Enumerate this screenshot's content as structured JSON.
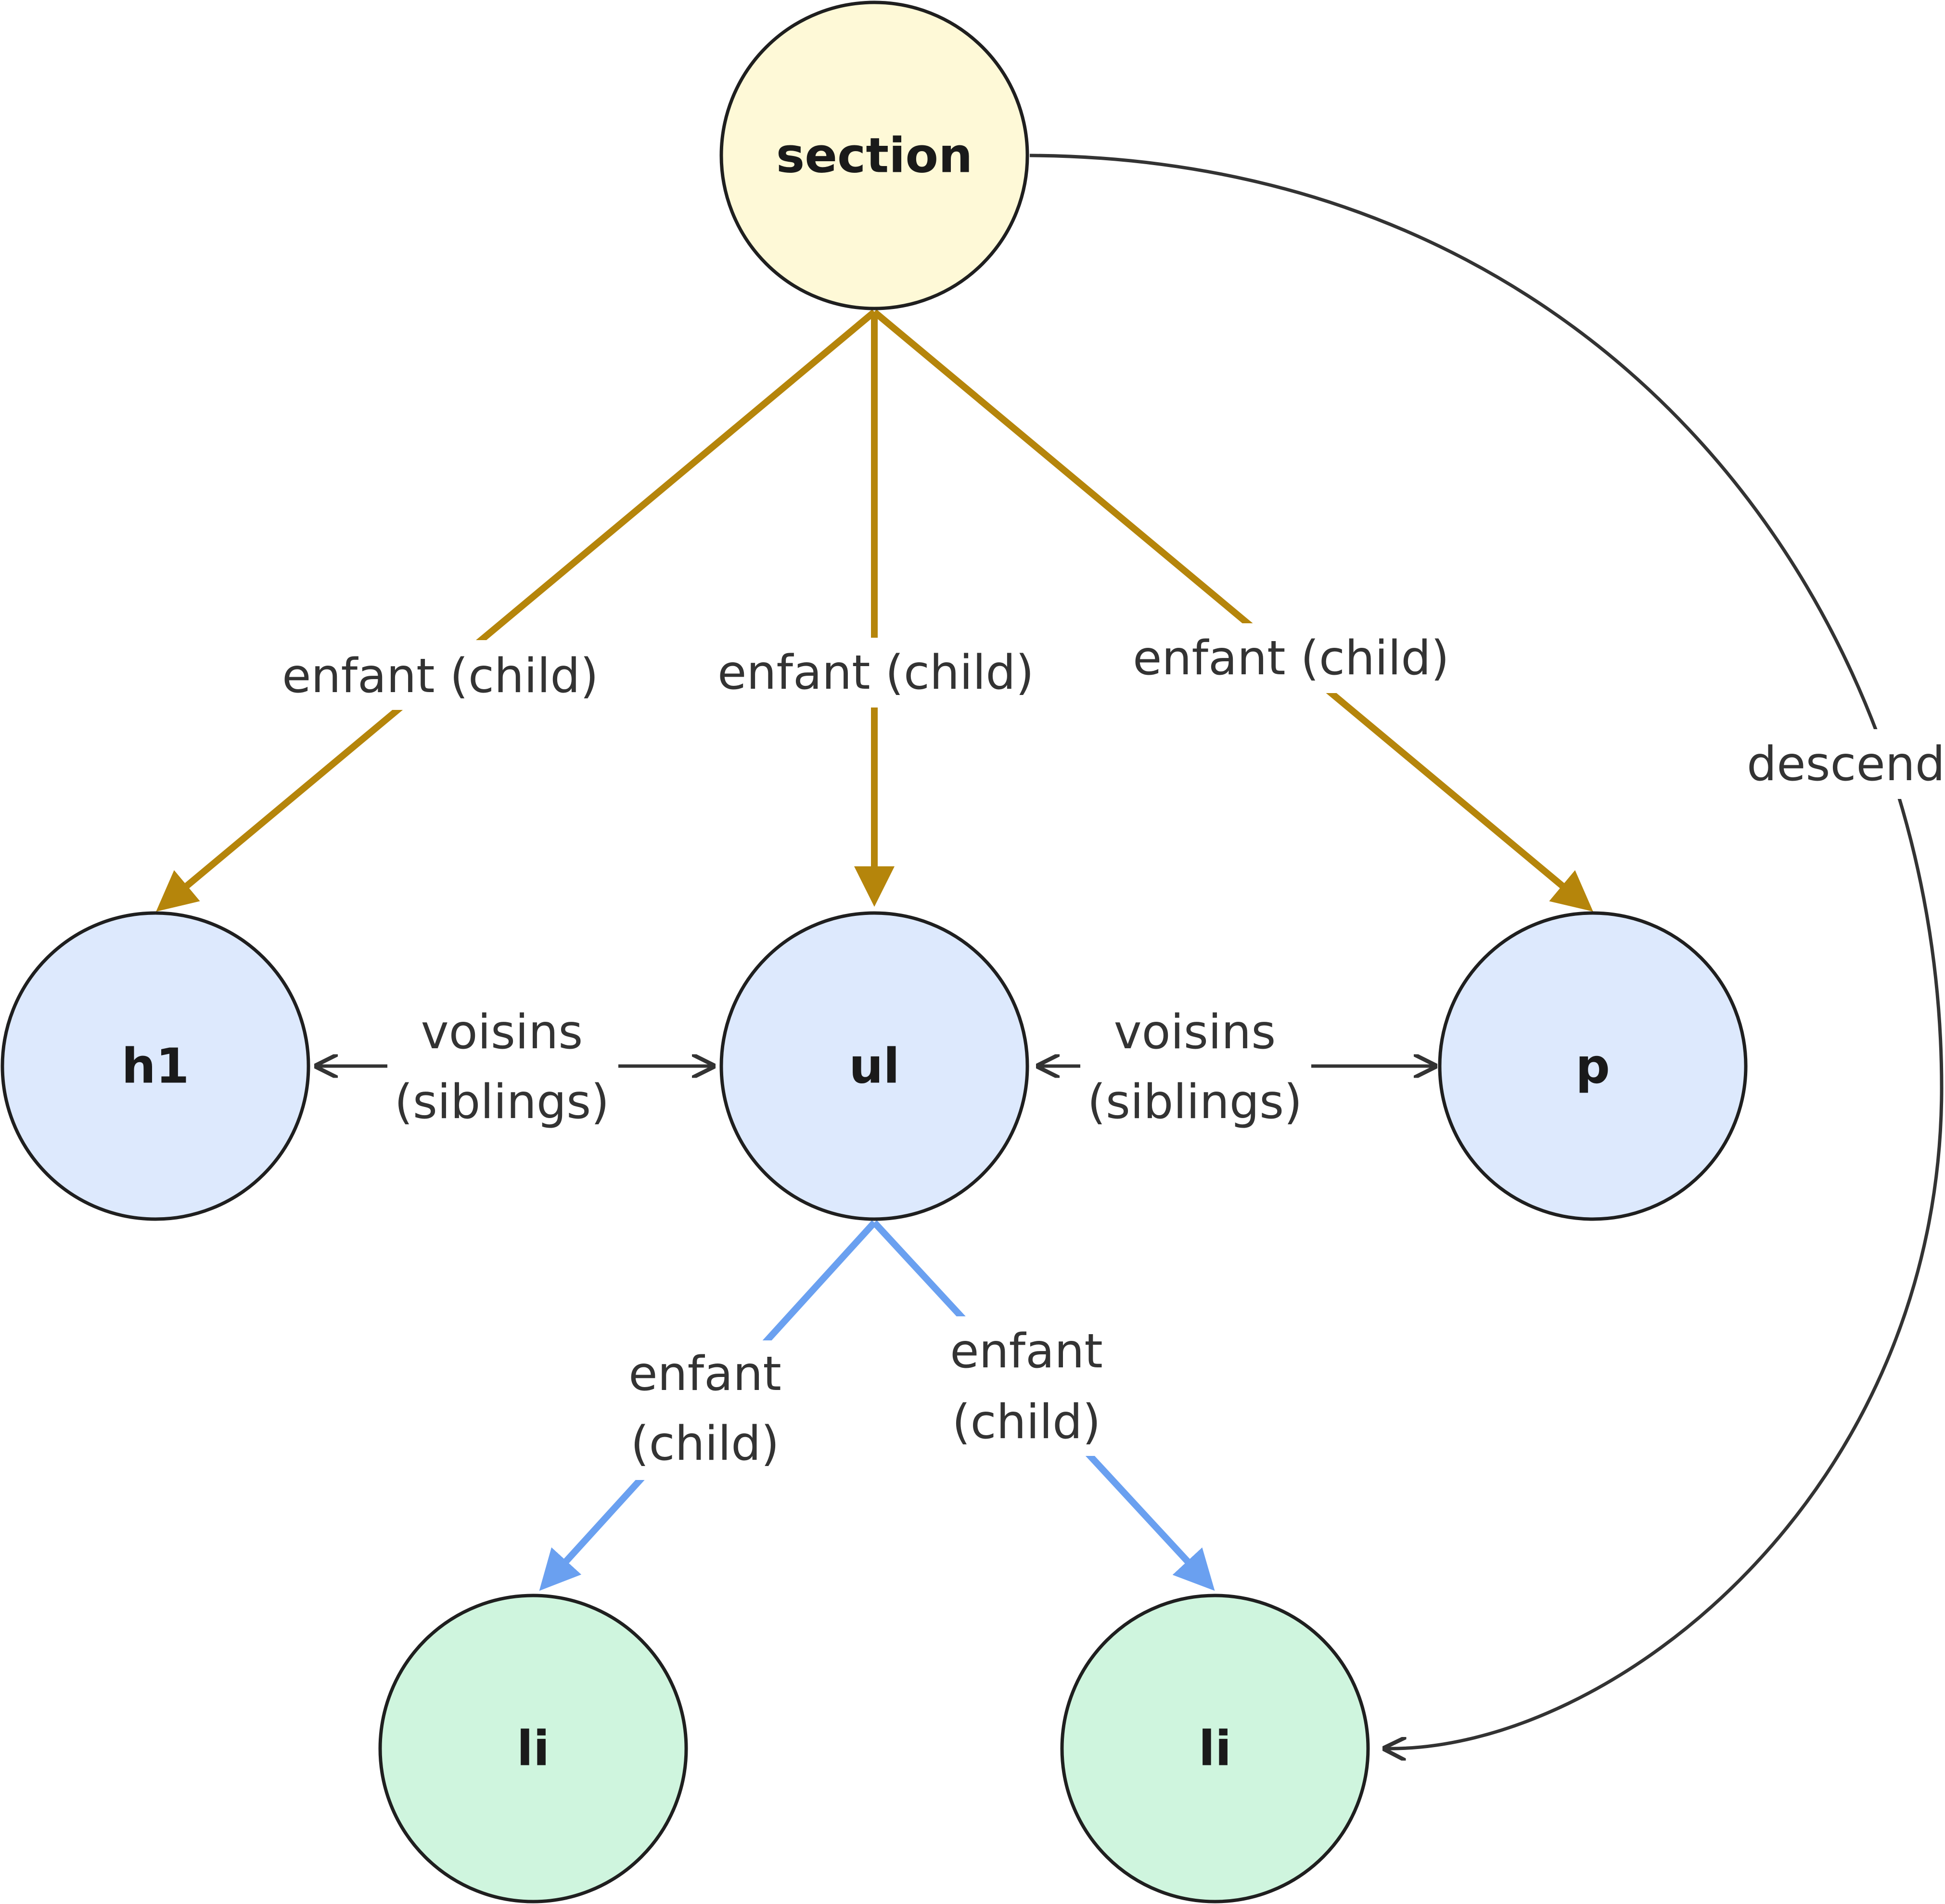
{
  "colors": {
    "background": "#ffffff",
    "root_fill": "#fef9d7",
    "level1_fill": "#dde9fd",
    "level2_fill": "#cff5de",
    "child_edge_gold": "#b5850b",
    "child_edge_blue": "#6aa0f0",
    "neutral_edge": "#333333",
    "node_stroke": "#1f1f1f"
  },
  "nodes": {
    "section": {
      "label": "section"
    },
    "h1": {
      "label": "h1"
    },
    "ul": {
      "label": "ul"
    },
    "p": {
      "label": "p"
    },
    "li_left": {
      "label": "li"
    },
    "li_right": {
      "label": "li"
    }
  },
  "edges": {
    "section_h1": {
      "label": "enfant (child)"
    },
    "section_ul": {
      "label": "enfant (child)"
    },
    "section_p": {
      "label": "enfant (child)"
    },
    "h1_ul": {
      "label_line1": "voisins",
      "label_line2": "(siblings)"
    },
    "ul_p": {
      "label_line1": "voisins",
      "label_line2": "(siblings)"
    },
    "ul_li_left": {
      "label_line1": "enfant",
      "label_line2": "(child)"
    },
    "ul_li_right": {
      "label_line1": "enfant",
      "label_line2": "(child)"
    },
    "section_li_right": {
      "label": "descend"
    }
  }
}
